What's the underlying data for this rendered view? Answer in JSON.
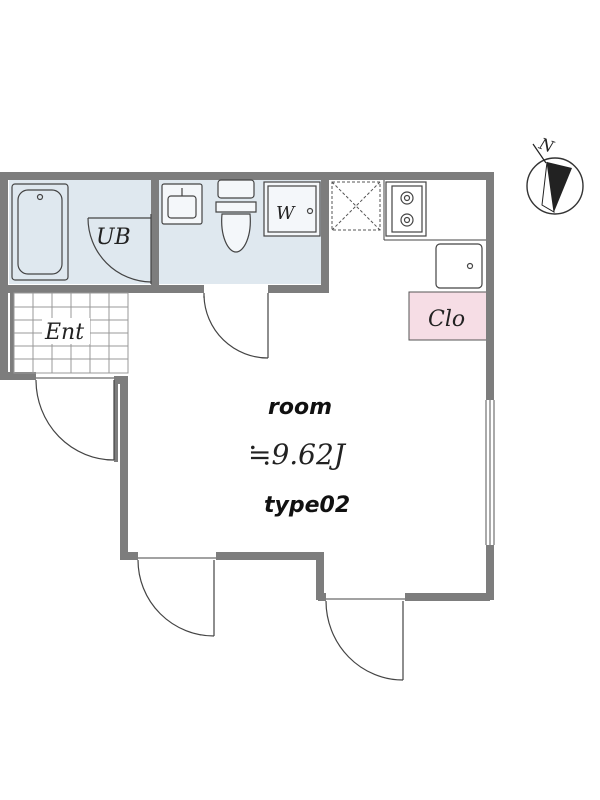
{
  "compass": {
    "north_label": "N",
    "icon": "north-arrow-icon"
  },
  "rooms": {
    "bath_label": "UB",
    "washer_label": "W",
    "entrance_label": "Ent",
    "closet_label": "Clo",
    "main_label": "room",
    "main_area": "≒9.62J",
    "unit_type": "type02"
  },
  "colors": {
    "wall": "#7d7d7d",
    "wet_area": "#dfe8ef",
    "closet": "#f6dde5",
    "line": "#333333"
  }
}
